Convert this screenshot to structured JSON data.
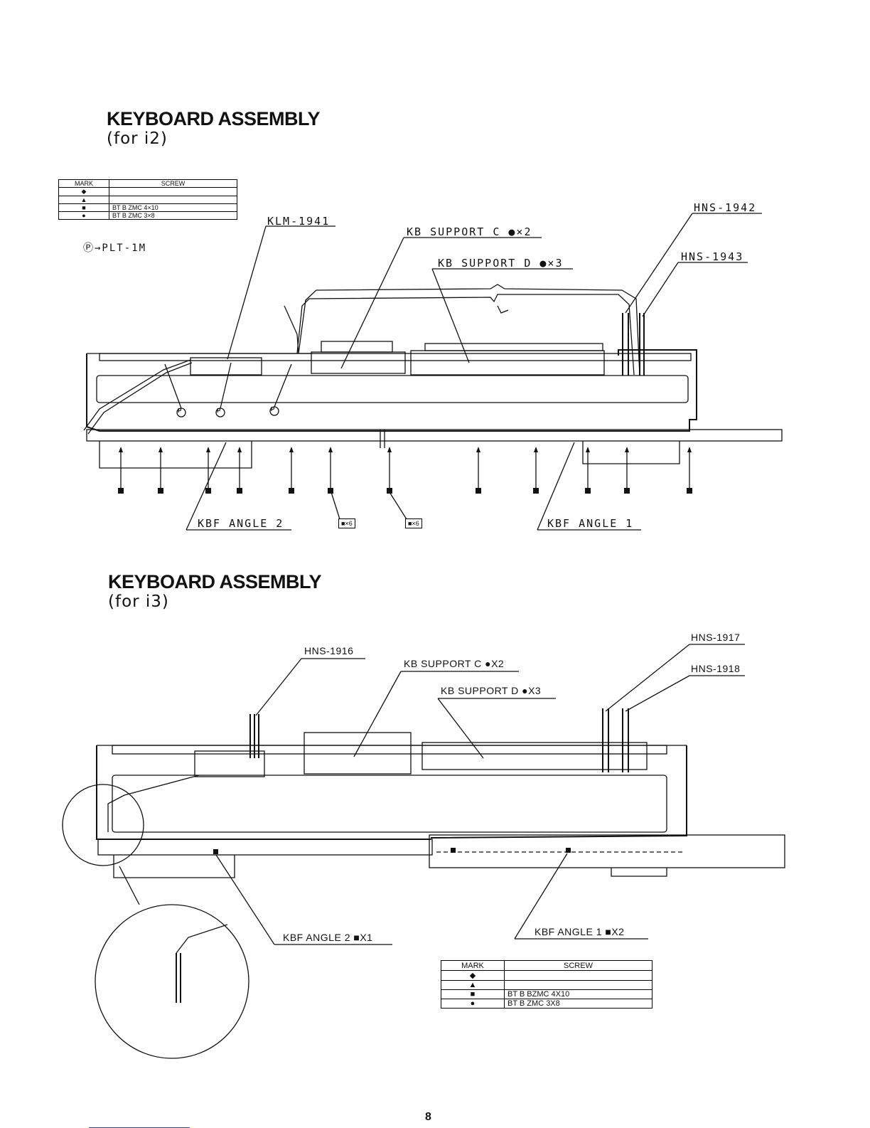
{
  "page_number": "8",
  "section1": {
    "title": "KEYBOARD ASSEMBLY",
    "subtitle": "(for i2)",
    "table": {
      "header": [
        "MARK",
        "SCREW"
      ],
      "rows": [
        {
          "mark": "◆",
          "screw": ""
        },
        {
          "mark": "▲",
          "screw": ""
        },
        {
          "mark": "■",
          "screw": "BT B ZMC 4×10"
        },
        {
          "mark": "●",
          "screw": "BT B ZMC 3×8"
        }
      ]
    },
    "note": "Ⓟ→PLT-1M",
    "callout_p": "P",
    "labels": {
      "klm": "KLM-1941",
      "kb_support_c": "KB SUPPORT C ●×2",
      "kb_support_d": "KB SUPPORT D ●×3",
      "hns_1942": "HNS-1942",
      "hns_1943": "HNS-1943",
      "kbf_angle_2": "KBF ANGLE 2",
      "kbf_angle_1": "KBF ANGLE 1",
      "screw_box_a": "■×6",
      "screw_box_b": "■×6"
    }
  },
  "section2": {
    "title": "KEYBOARD ASSEMBLY",
    "subtitle": "(for i3)",
    "labels": {
      "hns_1916": "HNS-1916",
      "kb_support_c": "KB SUPPORT C ●X2",
      "kb_support_d": "KB SUPPORT D ●X3",
      "hns_1917": "HNS-1917",
      "hns_1918": "HNS-1918",
      "kbf_angle_2": "KBF ANGLE 2 ■X1",
      "kbf_angle_1": "KBF ANGLE 1 ■X2"
    },
    "table": {
      "header": [
        "MARK",
        "SCREW"
      ],
      "rows": [
        {
          "mark": "◆",
          "screw": ""
        },
        {
          "mark": "▲",
          "screw": ""
        },
        {
          "mark": "■",
          "screw": "BT B BZMC 4X10"
        },
        {
          "mark": "●",
          "screw": "BT B ZMC 3X8"
        }
      ]
    }
  }
}
